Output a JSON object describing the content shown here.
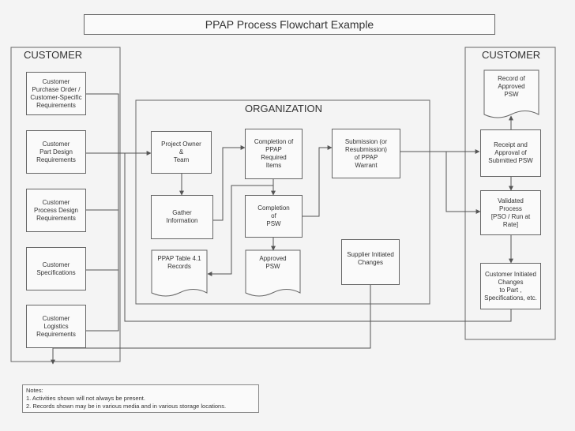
{
  "title": "PPAP Process Flowchart Example",
  "groups": {
    "customer_left": "CUSTOMER",
    "organization": "ORGANIZATION",
    "customer_right": "CUSTOMER"
  },
  "customer_inputs": [
    "Customer\nPurchase Order /\nCustomer-Specific\nRequirements",
    "Customer\nPart Design\nRequirements",
    "Customer\nProcess Design\nRequirements",
    "Customer\nSpecifications",
    "Customer\nLogistics\nRequirements"
  ],
  "organization": {
    "project_owner": "Project Owner\n&\nTeam",
    "gather_information": "Gather\nInformation",
    "ppap_table": "PPAP Table 4.1\nRecords",
    "completion_items": "Completion of\nPPAP\nRequired\nItems",
    "completion_psw": "Completion\nof\nPSW",
    "approved_psw": "Approved\nPSW",
    "submission": "Submission (or\nResubmission)\nof PPAP\nWarrant",
    "supplier_changes": "Supplier Initiated\nChanges"
  },
  "customer_outputs": {
    "record_psw": "Record of\nApproved\nPSW",
    "receipt_approval": "Receipt and\nApproval of\nSubmitted PSW",
    "validated_process": "Validated\nProcess\n[PSO / Run at\nRate]",
    "customer_changes": "Customer Initiated\nChanges\nto Part ,\nSpecifications, etc."
  },
  "notes": {
    "heading": "Notes:",
    "line1": "1.  Activities shown will not always be present.",
    "line2": "2.  Records shown may be in various media and in various storage locations."
  }
}
